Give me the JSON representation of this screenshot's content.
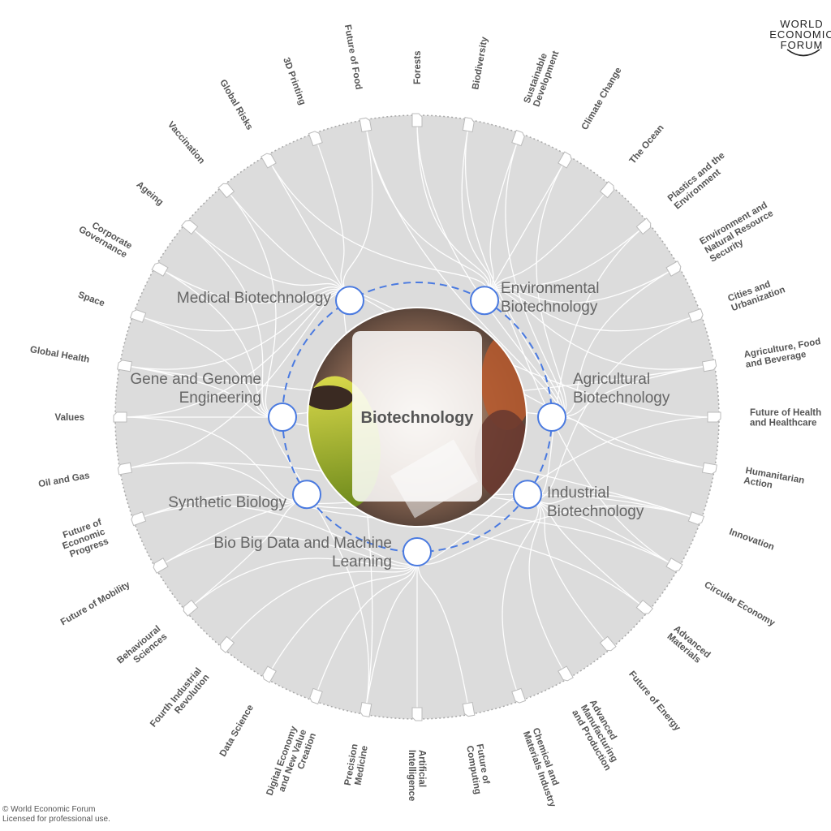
{
  "brand": {
    "line1": "WORLD",
    "line2": "ECONOMIC",
    "line3": "FORUM"
  },
  "center": {
    "title": "Biotechnology"
  },
  "subtopics": [
    "Medical Biotechnology",
    "Environmental Biotechnology",
    "Gene and Genome Engineering",
    "Agricultural Biotechnology",
    "Synthetic Biology",
    "Industrial Biotechnology",
    "Bio Big Data and Machine Learning"
  ],
  "topics": [
    "Future of Food",
    "Forests",
    "Biodiversity",
    "Sustainable Development",
    "Climate Change",
    "The Ocean",
    "Plastics and the Environment",
    "Environment and Natural Resource Security",
    "Cities and Urbanization",
    "Agriculture, Food and Beverage",
    "Future of Health and Healthcare",
    "Humanitarian Action",
    "Innovation",
    "Circular Economy",
    "Advanced Materials",
    "Future of Energy",
    "Advanced Manufacturing and Production",
    "Chemical and Materials Industry",
    "Future of Computing",
    "Artificial Intelligence",
    "Precision Medicine",
    "Digital Economy and New Value Creation",
    "Data Science",
    "Fourth Industrial Revolution",
    "Behavioural Sciences",
    "Future of Mobility",
    "Future of Economic Progress",
    "Oil and Gas",
    "Values",
    "Global Health",
    "Space",
    "Corporate Governance",
    "Ageing",
    "Vaccination",
    "Global Risks",
    "3D Printing"
  ],
  "connections": {
    "Medical Biotechnology": [
      "Future of Food",
      "Global Health",
      "Vaccination",
      "Ageing",
      "Global Risks",
      "3D Printing",
      "Future of Health and Healthcare",
      "Precision Medicine",
      "Space",
      "Corporate Governance",
      "Humanitarian Action",
      "Values",
      "Oil and Gas"
    ],
    "Environmental Biotechnology": [
      "Forests",
      "Biodiversity",
      "Sustainable Development",
      "Climate Change",
      "The Ocean",
      "Plastics and the Environment",
      "Environment and Natural Resource Security",
      "Cities and Urbanization",
      "Circular Economy",
      "Future of Food",
      "Global Risks",
      "Agriculture, Food and Beverage"
    ],
    "Gene and Genome Engineering": [
      "Values",
      "Global Health",
      "Space",
      "Vaccination",
      "Ageing",
      "Corporate Governance",
      "Innovation",
      "Agriculture, Food and Beverage",
      "Precision Medicine"
    ],
    "Agricultural Biotechnology": [
      "Agriculture, Food and Beverage",
      "Future of Food",
      "Climate Change",
      "Sustainable Development",
      "Environment and Natural Resource Security",
      "Forests",
      "Humanitarian Action",
      "Biodiversity",
      "Global Health"
    ],
    "Synthetic Biology": [
      "Future of Economic Progress",
      "Oil and Gas",
      "Future of Mobility",
      "Behavioural Sciences",
      "Circular Economy",
      "Innovation",
      "Advanced Materials",
      "Values"
    ],
    "Industrial Biotechnology": [
      "Advanced Materials",
      "Future of Energy",
      "Advanced Manufacturing and Production",
      "Chemical and Materials Industry",
      "Circular Economy",
      "Innovation",
      "Plastics and the Environment",
      "Oil and Gas",
      "Cities and Urbanization"
    ],
    "Bio Big Data and Machine Learning": [
      "Future of Computing",
      "Artificial Intelligence",
      "Data Science",
      "Precision Medicine",
      "Digital Economy and New Value Creation",
      "Fourth Industrial Revolution",
      "Behavioural Sciences",
      "Future of Mobility",
      "Future of Economic Progress",
      "Future of Health and Healthcare",
      "Innovation"
    ]
  },
  "footer": {
    "line1": "© World Economic Forum",
    "line2": "Licensed for professional use."
  },
  "colors": {
    "disc": "#dcdcdc",
    "links": "#ffffff",
    "ring": "#4a7ae0",
    "node_stroke": "#4a7ae0",
    "label": "#555555"
  }
}
